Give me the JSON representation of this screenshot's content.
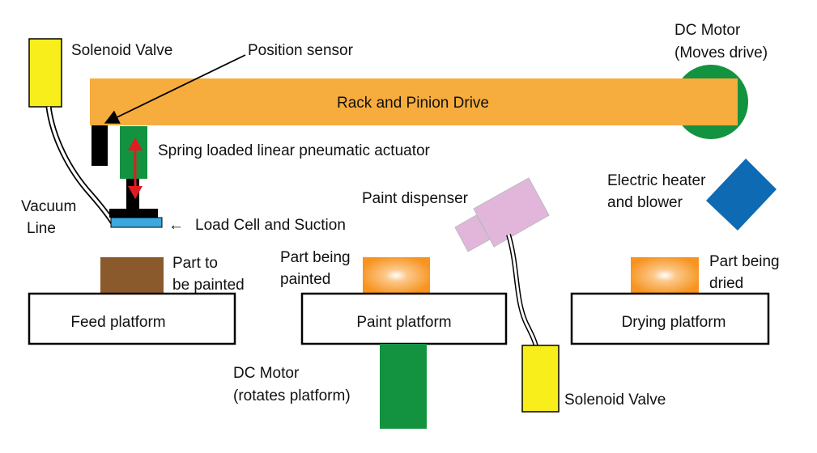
{
  "diagram": {
    "labels": {
      "solenoid_valve_top": "Solenoid Valve",
      "position_sensor": "Position sensor",
      "dc_motor_drive_line1": "DC Motor",
      "dc_motor_drive_line2": "(Moves drive)",
      "rack_pinion": "Rack and Pinion Drive",
      "actuator": "Spring loaded linear pneumatic actuator",
      "vacuum_line1": "Vacuum",
      "vacuum_line2": "Line",
      "load_cell_arrow": "←",
      "load_cell": "Load Cell and Suction",
      "paint_dispenser": "Paint dispenser",
      "heater_line1": "Electric heater",
      "heater_line2": "and blower",
      "part_to_paint_line1": "Part to",
      "part_to_paint_line2": "be painted",
      "part_painted_line1": "Part being",
      "part_painted_line2": "painted",
      "part_dried_line1": "Part being",
      "part_dried_line2": "dried",
      "feed_platform": "Feed platform",
      "paint_platform": "Paint platform",
      "drying_platform": "Drying platform",
      "dc_motor_platform_line1": "DC Motor",
      "dc_motor_platform_line2": "(rotates platform)",
      "solenoid_valve_bottom": "Solenoid Valve"
    },
    "colors": {
      "rack": "#F7AC3E",
      "motor": "#13933F",
      "solenoid": "#F7EE1B",
      "part_feed": "#8A5A2C",
      "part_orange": "#F7931E",
      "actuator_arrow": "#E21B23",
      "load_cell_pad": "#3BA9E0",
      "dispenser": "#E2B6DA",
      "heater": "#0F6AB4"
    }
  }
}
